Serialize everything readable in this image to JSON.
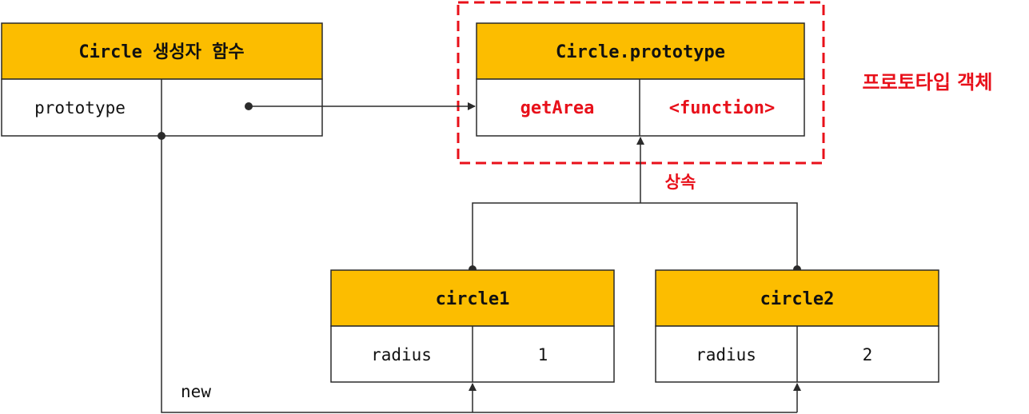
{
  "colors": {
    "header_fill": "#fcbd00",
    "border": "#2b2b2b",
    "accent_red": "#e8101a"
  },
  "constructor_box": {
    "title": "Circle 생성자 함수",
    "property": "prototype"
  },
  "prototype_box": {
    "title": "Circle.prototype",
    "key": "getArea",
    "value": "<function>"
  },
  "prototype_object_label": "프로토타입 객체",
  "inheritance_label": "상속",
  "new_label": "new",
  "instances": [
    {
      "title": "circle1",
      "key": "radius",
      "value": "1"
    },
    {
      "title": "circle2",
      "key": "radius",
      "value": "2"
    }
  ]
}
